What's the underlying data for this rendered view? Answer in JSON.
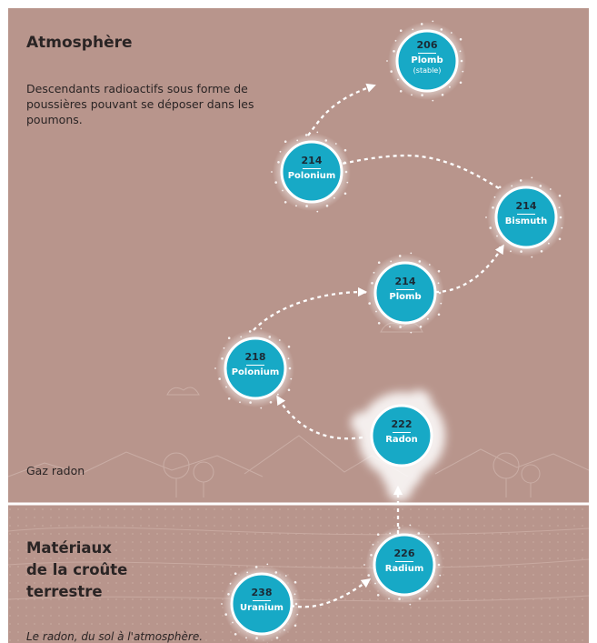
{
  "atmosphere": {
    "title": "Atmosphère",
    "description": "Descendants radioactifs sous forme de poussières pouvant se déposer dans les poumons."
  },
  "gas_label": "Gaz radon",
  "crust": {
    "title": "Matériaux\nde la croûte\nterrestre"
  },
  "caption": "Le radon, du sol à l'atmosphère.",
  "nodes": {
    "lead206": {
      "number": "206",
      "element": "Plomb",
      "note": "(stable)"
    },
    "polonium214": {
      "number": "214",
      "element": "Polonium"
    },
    "bismuth214": {
      "number": "214",
      "element": "Bismuth"
    },
    "lead214": {
      "number": "214",
      "element": "Plomb"
    },
    "polonium218": {
      "number": "218",
      "element": "Polonium"
    },
    "radon222": {
      "number": "222",
      "element": "Radon"
    },
    "radium226": {
      "number": "226",
      "element": "Radium"
    },
    "uranium238": {
      "number": "238",
      "element": "Uranium"
    }
  },
  "colors": {
    "background": "#b8958c",
    "circle_fill": "#17a9c6",
    "ground_line": "#ffffff",
    "text": "#2a2424"
  }
}
